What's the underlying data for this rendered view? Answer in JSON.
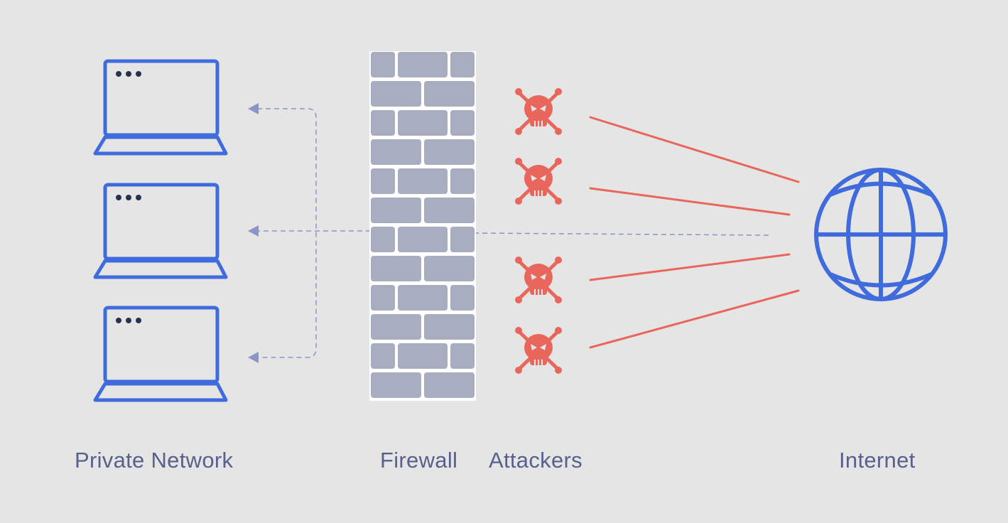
{
  "labels": {
    "private_network": "Private Network",
    "firewall": "Firewall",
    "attackers": "Attackers",
    "internet": "Internet"
  },
  "nodes": {
    "laptops": [
      "laptop",
      "laptop",
      "laptop"
    ],
    "attackers": [
      "skull-crossbones",
      "skull-crossbones",
      "skull-crossbones",
      "skull-crossbones"
    ],
    "internet": "globe"
  },
  "colors": {
    "background": "#e5e5e5",
    "device_blue": "#3f6bdc",
    "device_dots": "#26324f",
    "brick": "#a9adc0",
    "mortar": "#ffffff",
    "attacker_red": "#e8665c",
    "dashed_flow": "#8a95c7",
    "label_text": "#58618c"
  }
}
